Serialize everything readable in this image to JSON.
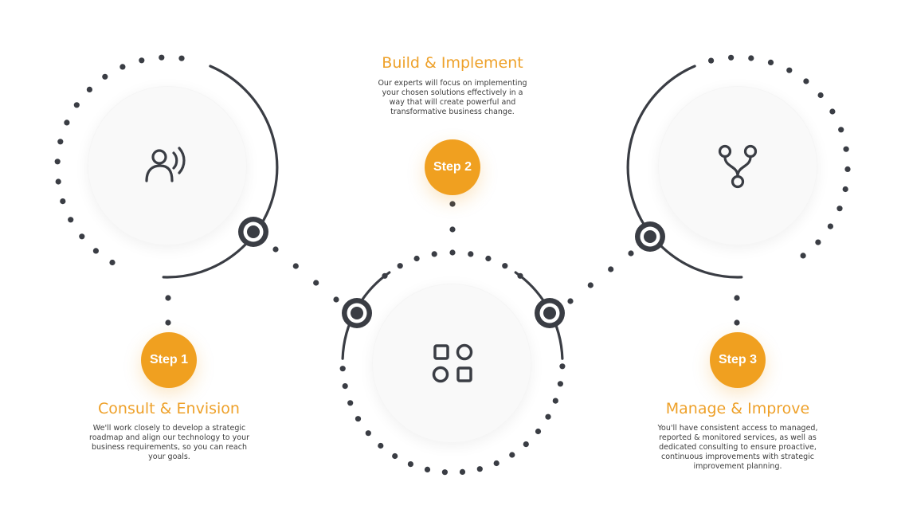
{
  "colors": {
    "accent": "#F0A020",
    "dark": "#3A3D44",
    "heading": "#EEA12A",
    "text": "#3C3C3C"
  },
  "steps": [
    {
      "badge": "Step 1",
      "title": "Consult & Envision",
      "description": "We'll work closely to develop a strategic roadmap and align our technology to your business requirements, so you can reach your goals.",
      "icon": "user-voice-icon"
    },
    {
      "badge": "Step 2",
      "title": "Build & Implement",
      "description": "Our experts will focus on implementing your chosen solutions effectively in a way that will create powerful and transformative business change.",
      "icon": "apps-grid-icon"
    },
    {
      "badge": "Step 3",
      "title": "Manage & Improve",
      "description": "You'll have consistent access to managed, reported & monitored services, as well as dedicated consulting to ensure proactive, continuous improvements with strategic improvement planning.",
      "icon": "branch-merge-icon"
    }
  ]
}
